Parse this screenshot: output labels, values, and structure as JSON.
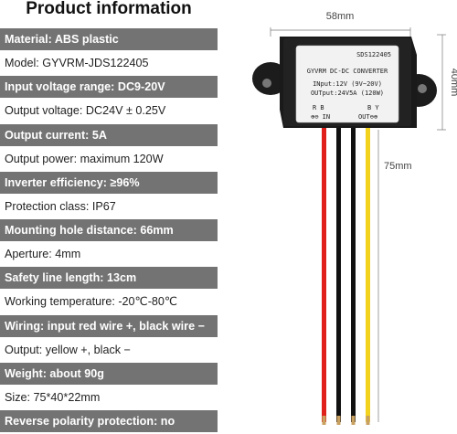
{
  "title": "Product information",
  "specs": [
    {
      "text": "Material: ABS plastic",
      "style": "dark"
    },
    {
      "text": "Model: GYVRM-JDS122405",
      "style": "light"
    },
    {
      "text": "Input voltage range: DC9-20V",
      "style": "dark"
    },
    {
      "text": "Output voltage: DC24V ± 0.25V",
      "style": "light"
    },
    {
      "text": "Output current: 5A",
      "style": "dark"
    },
    {
      "text": "Output power: maximum 120W",
      "style": "light"
    },
    {
      "text": "Inverter efficiency: ≥96%",
      "style": "dark"
    },
    {
      "text": "Protection class: IP67",
      "style": "light"
    },
    {
      "text": "Mounting hole distance: 66mm",
      "style": "dark"
    },
    {
      "text": "Aperture: 4mm",
      "style": "light"
    },
    {
      "text": "Safety line length: 13cm",
      "style": "dark"
    },
    {
      "text": "Working temperature: -20℃-80℃",
      "style": "light"
    },
    {
      "text": "Wiring: input red wire +, black wire −",
      "style": "dark"
    },
    {
      "text": "Output: yellow +, black −",
      "style": "light"
    },
    {
      "text": "Weight: about 90g",
      "style": "dark"
    },
    {
      "text": "Size: 75*40*22mm",
      "style": "light"
    },
    {
      "text": "Reverse polarity protection: no",
      "style": "dark"
    }
  ],
  "dimensions": {
    "width": "58mm",
    "height": "40mm",
    "wire_length": "75mm"
  },
  "module_label": {
    "code": "SDS122405",
    "name": "GYVRM DC-DC CONVERTER",
    "input": "INput:12V (9V~20V)",
    "output": "OUTput:24V5A (120W)",
    "in_pins": "R B",
    "in_symbols": "⊕⊖ IN",
    "out_pins": "B Y",
    "out_symbols": "OUT⊖⊕"
  },
  "colors": {
    "row_dark": "#737373",
    "row_light": "#ffffff",
    "wire_red": "#e0201a",
    "wire_black": "#111111",
    "wire_yellow": "#f3d21e",
    "module_body": "#1a1a1a"
  }
}
